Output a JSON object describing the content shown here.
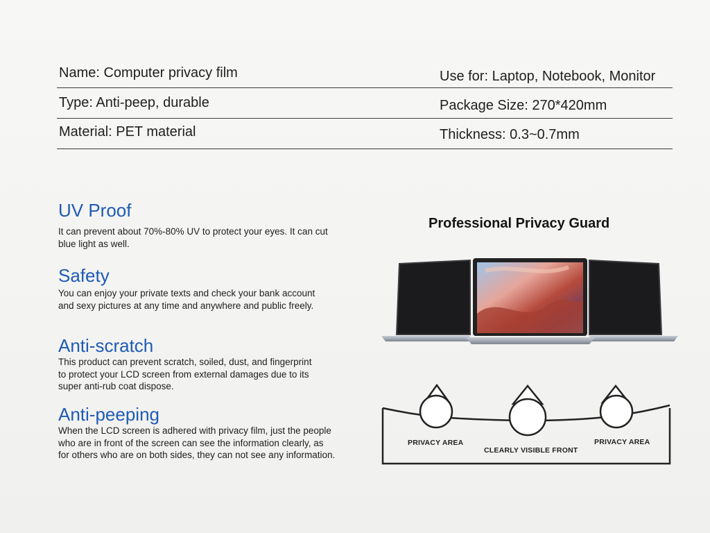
{
  "specs": {
    "name": "Name: Computer privacy film",
    "type": "Type: Anti-peep, durable",
    "material": "Material: PET material",
    "use_for": "Use for: Laptop, Notebook, Monitor",
    "package_size": "Package Size: 270*420mm",
    "thickness": "Thickness: 0.3~0.7mm"
  },
  "features": [
    {
      "title": "UV Proof",
      "text": "It can prevent about 70%-80% UV to protect your eyes. It can cut blue light as well."
    },
    {
      "title": "Safety",
      "text": "You can enjoy your private texts and check your bank account and sexy pictures at any time and anywhere and public freely."
    },
    {
      "title": "Anti-scratch",
      "text": "This product can prevent scratch, soiled, dust, and fingerprint to protect your LCD screen from external damages due to its super anti-rub coat dispose."
    },
    {
      "title": "Anti-peeping",
      "text": "When the LCD screen is adhered with privacy film, just the people who are in front of the screen can see the information clearly, as for others who are on both sides, they can not see any information."
    }
  ],
  "guard": {
    "title": "Professional Privacy Guard",
    "left_label": "PRIVACY AREA",
    "center_label": "CLEARLY VISIBLE FRONT",
    "right_label": "PRIVACY AREA"
  },
  "colors": {
    "heading": "#1e5bb5"
  }
}
